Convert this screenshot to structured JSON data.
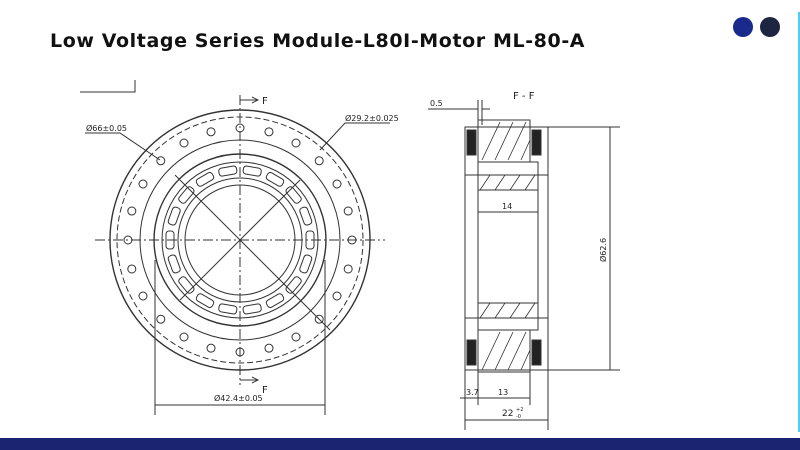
{
  "slide": {
    "title": "Low Voltage Series Module-L80I-Motor ML-80-A"
  },
  "colors": {
    "accent_dot_1": "#1a2a8c",
    "accent_dot_2": "#1e2540",
    "footer_bar": "#1a2470"
  },
  "drawing": {
    "front_view": {
      "section_mark_top": "F",
      "section_mark_bottom": "F",
      "dim_outer": "Ø66±0.05",
      "dim_bore": "Ø29.2±0.025",
      "dim_inner": "Ø42.4±0.05"
    },
    "section_view": {
      "title": "F - F",
      "dim_gap": "0.5",
      "dim_inner_width": "14",
      "dim_height": "Ø62.6",
      "dim_left": "3.7",
      "dim_core": "13",
      "dim_total": "22",
      "dim_total_tol_upper": "+2",
      "dim_total_tol_lower": "-0"
    }
  }
}
